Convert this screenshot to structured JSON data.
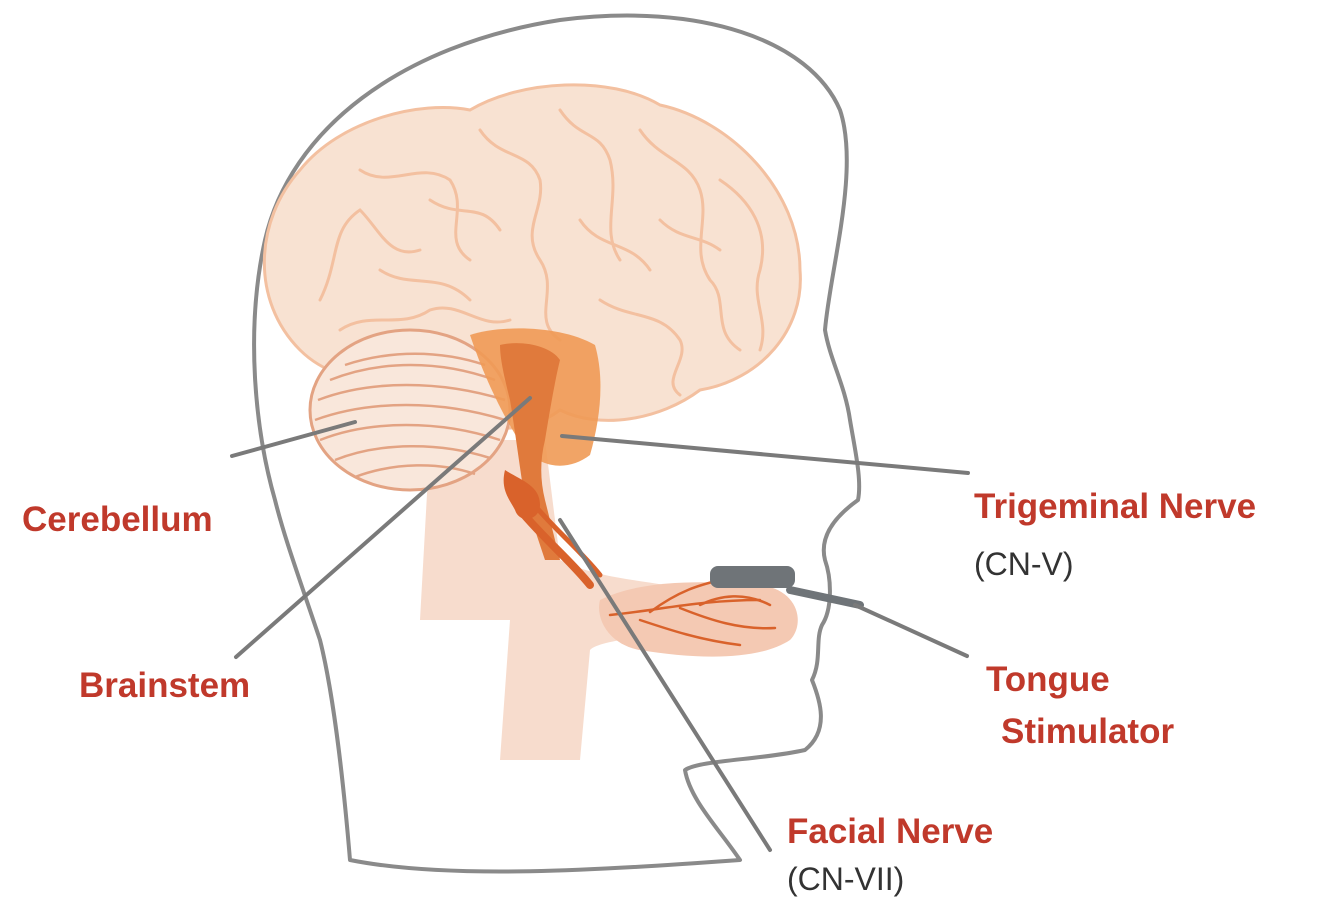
{
  "labels": {
    "cerebellum": "Cerebellum",
    "brainstem": "Brainstem",
    "trigeminal": "Trigeminal Nerve",
    "trigeminal_code": "(CN-V)",
    "tongue_line1": "Tongue",
    "tongue_line2": "Stimulator",
    "facial": "Facial Nerve",
    "facial_code": "(CN-VII)"
  },
  "colors": {
    "label_text": "#c0392b",
    "code_text": "#333333",
    "leader_line": "#7a7a7a",
    "head_outline": "#8a8a8a",
    "brain_light": "#f6d9c6",
    "brain_vein": "#f3c0a0",
    "brainstem_fill": "#ef9a55",
    "nerve": "#d9622b",
    "neck_tissue": "#f6d6c4",
    "stimulator": "#6f7478"
  },
  "icons": {
    "head": "head-profile-icon",
    "brain": "brain-icon",
    "cerebellum": "cerebellum-icon",
    "stimulator": "tongue-stimulator-icon"
  }
}
